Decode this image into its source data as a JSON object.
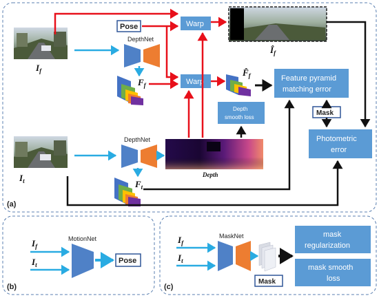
{
  "panels": {
    "a": "(a)",
    "b": "(b)",
    "c": "(c)"
  },
  "labels": {
    "pose_top": "Pose",
    "warp_top": "Warp",
    "warp_mid": "Warp",
    "depthnet_top": "DepthNet",
    "depthnet_bottom": "DepthNet",
    "i_f": "I",
    "i_f_sub": "f",
    "i_t": "I",
    "i_t_sub": "t",
    "i_hat_f": "Î",
    "i_hat_f_sub": "f",
    "f_f": "F",
    "f_f_sub": "f",
    "f_t": "F",
    "f_t_sub": "t",
    "f_hat_f": "F̂",
    "f_hat_f_sub": "f",
    "depth_caption": "Depth",
    "depth_smooth_1": "Depth",
    "depth_smooth_2": "smooth loss",
    "feature_pyramid_1": "Feature pyramid",
    "feature_pyramid_2": "matching error",
    "mask_a": "Mask",
    "photometric_1": "Photometric",
    "photometric_2": "error",
    "motionnet": "MotionNet",
    "pose_b": "Pose",
    "b_if": "I",
    "b_if_sub": "f",
    "b_it": "I",
    "b_it_sub": "t",
    "masknet": "MaskNet",
    "c_if": "I",
    "c_if_sub": "f",
    "c_it": "I",
    "c_it_sub": "t",
    "mask_c": "Mask",
    "mask_reg_1": "mask",
    "mask_reg_2": "regularization",
    "mask_smooth_1": "mask smooth",
    "mask_smooth_2": "loss"
  },
  "colors": {
    "box_blue": "#5b9bd5",
    "arrow_red": "#e8101a",
    "arrow_cyan": "#29abe2",
    "arrow_black": "#111111",
    "encoder_blue": "#4f81c7",
    "decoder_orange": "#ed7d31",
    "panel_border": "#5a7fb0"
  }
}
